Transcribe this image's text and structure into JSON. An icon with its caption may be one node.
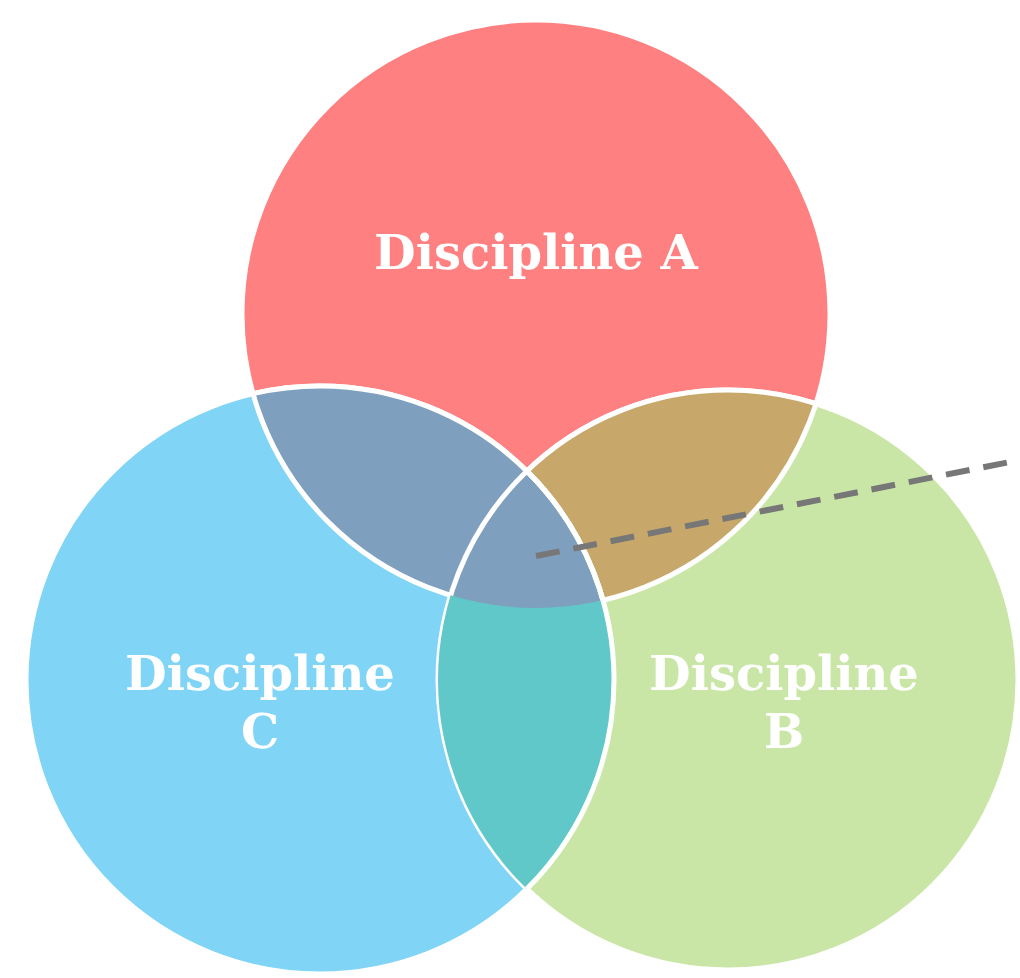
{
  "diagram": {
    "nodes": [
      {
        "text": [
          "Discipline A"
        ]
      },
      {
        "text": [
          "Discipline C"
        ]
      },
      {
        "text": [
          "Discipline B"
        ]
      }
    ]
  }
}
